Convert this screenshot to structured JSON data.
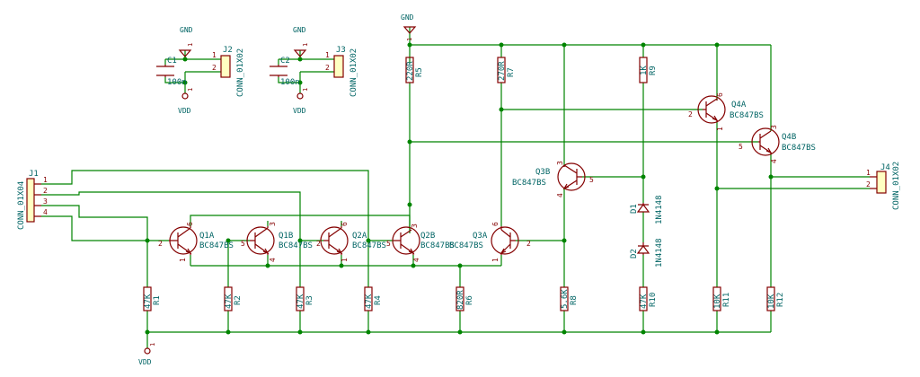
{
  "components": {
    "j1": {
      "ref": "J1",
      "value": "CONN_01X04",
      "pins": [
        "1",
        "2",
        "3",
        "4"
      ]
    },
    "j2": {
      "ref": "J2",
      "value": "CONN_01X02",
      "pins": [
        "1",
        "2"
      ]
    },
    "j3": {
      "ref": "J3",
      "value": "CONN_01X02",
      "pins": [
        "1",
        "2"
      ]
    },
    "j4": {
      "ref": "J4",
      "value": "CONN_01X02",
      "pins": [
        "1",
        "2"
      ]
    },
    "c1": {
      "ref": "C1",
      "value": "100n"
    },
    "c2": {
      "ref": "C2",
      "value": "100n"
    },
    "r1": {
      "ref": "R1",
      "value": "47K"
    },
    "r2": {
      "ref": "R2",
      "value": "47K"
    },
    "r3": {
      "ref": "R3",
      "value": "47K"
    },
    "r4": {
      "ref": "R4",
      "value": "47K"
    },
    "r5": {
      "ref": "R5",
      "value": "220R"
    },
    "r6": {
      "ref": "R6",
      "value": "820R"
    },
    "r7": {
      "ref": "R7",
      "value": "270R"
    },
    "r8": {
      "ref": "R8",
      "value": "5.6K"
    },
    "r9": {
      "ref": "R9",
      "value": "1K"
    },
    "r10": {
      "ref": "R10",
      "value": "47K"
    },
    "r11": {
      "ref": "R11",
      "value": "10K"
    },
    "r12": {
      "ref": "R12",
      "value": "10K"
    },
    "q1a": {
      "ref": "Q1A",
      "value": "BC847BS"
    },
    "q1b": {
      "ref": "Q1B",
      "value": "BC847BS"
    },
    "q2a": {
      "ref": "Q2A",
      "value": "BC847BS"
    },
    "q2b": {
      "ref": "Q2B",
      "value": "BC847BS"
    },
    "q3a": {
      "ref": "Q3A",
      "value": "BC847BS"
    },
    "q3b": {
      "ref": "Q3B",
      "value": "BC847BS"
    },
    "q4a": {
      "ref": "Q4A",
      "value": "BC847BS"
    },
    "q4b": {
      "ref": "Q4B",
      "value": "BC847BS"
    },
    "d1": {
      "ref": "D1",
      "value": "1N4148"
    },
    "d2": {
      "ref": "D2",
      "value": "1N4148"
    }
  },
  "power": {
    "gnd": "GND",
    "vdd": "VDD",
    "pin": "1"
  },
  "pin_numbers": {
    "b2": "2",
    "b5": "5",
    "e1": "1",
    "e4": "4",
    "c3": "3",
    "c6": "6"
  }
}
